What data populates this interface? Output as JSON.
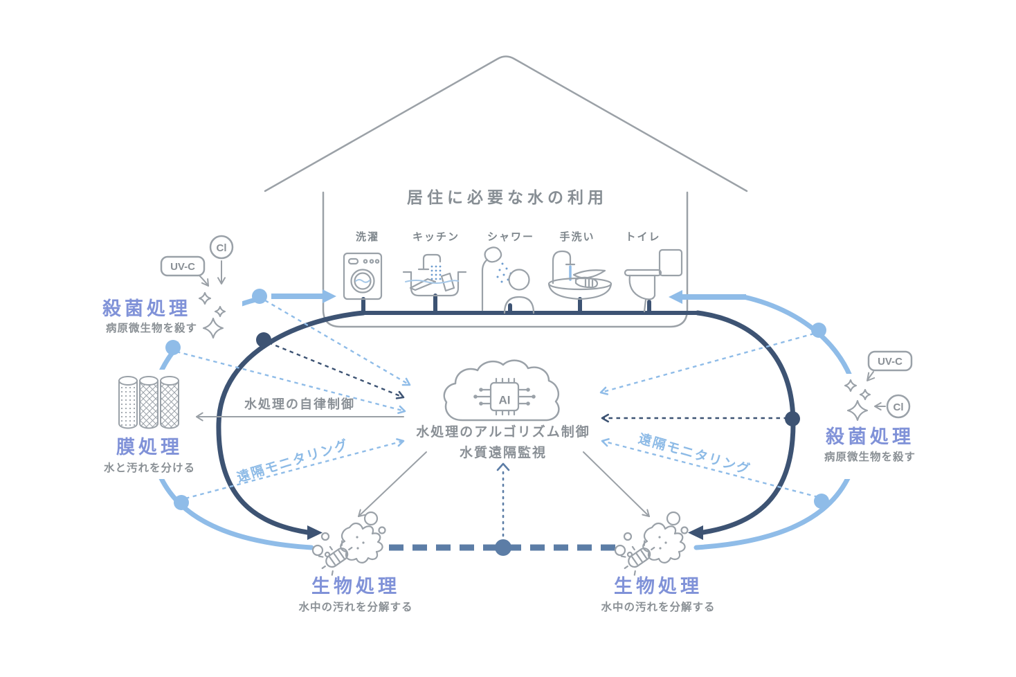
{
  "colors": {
    "navy": "#3D5373",
    "slate": "#5C7DA6",
    "light_blue": "#8FBCE8",
    "icon_gray": "#9AA1A8",
    "text_gray": "#8A9096",
    "heading_blue": "#8092D8"
  },
  "house": {
    "title": "居住に必要な水の利用",
    "appliances": [
      {
        "label": "洗濯"
      },
      {
        "label": "キッチン"
      },
      {
        "label": "シャワー"
      },
      {
        "label": "手洗い"
      },
      {
        "label": "トイレ"
      }
    ]
  },
  "ai": {
    "chip_label": "AI",
    "caption_line1": "水処理のアルゴリズム制御",
    "caption_line2": "水質遠隔監視"
  },
  "labels": {
    "autonomous_control": "水処理の自律制御",
    "remote_monitoring_left": "遠隔モニタリング",
    "remote_monitoring_right": "遠隔モニタリング"
  },
  "treatments": {
    "sterilization_left": {
      "title": "殺菌処理",
      "desc": "病原微生物を殺す",
      "uvc": "UV-C",
      "cl": "Cl"
    },
    "membrane": {
      "title": "膜処理",
      "desc": "水と汚れを分ける"
    },
    "bio_left": {
      "title": "生物処理",
      "desc": "水中の汚れを分解する"
    },
    "bio_right": {
      "title": "生物処理",
      "desc": "水中の汚れを分解する"
    },
    "sterilization_right": {
      "title": "殺菌処理",
      "desc": "病原微生物を殺す",
      "uvc": "UV-C",
      "cl": "Cl"
    }
  }
}
